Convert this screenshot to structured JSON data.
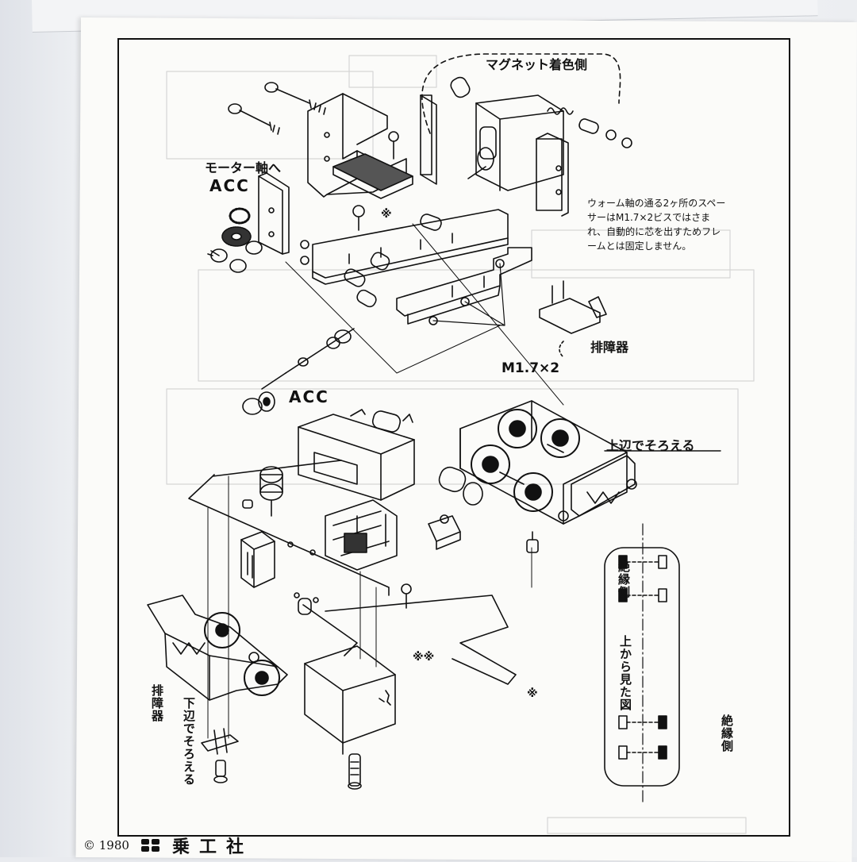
{
  "labels": {
    "magnet_side": "マグネット着色側",
    "motor_shaft": "モーター軸へ",
    "acc_upper": "ACC",
    "acc_lower": "ACC",
    "worm_note": "ウォーム軸の通る2ヶ所のスペーサーはM1.7×2ビスではさまれ、自動的に芯を出すためフレームとは固定しません。",
    "cowcatcher_right": "排障器",
    "screw_spec": "M1.7×2",
    "align_top": "上辺でそろえる",
    "insulated_side_top": "絶縁側",
    "top_view": "上から見た図",
    "insulated_side_bottom": "絶縁側",
    "cowcatcher_left": "排障器",
    "align_bottom": "下辺でそろえる",
    "mark_double": "※※",
    "mark_single_a": "※",
    "mark_single_b": "※"
  },
  "footer": {
    "copyright": "© 1980",
    "publisher": "乗工社"
  }
}
